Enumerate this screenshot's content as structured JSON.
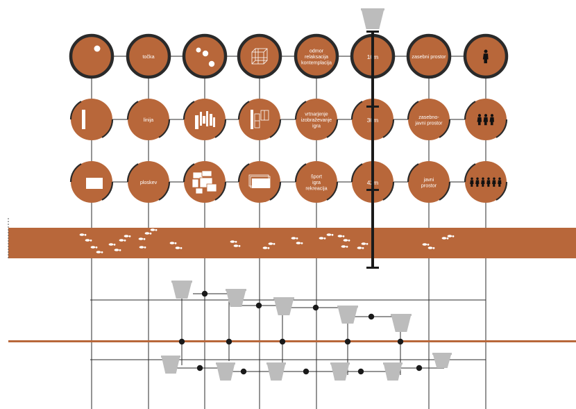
{
  "rows": [
    {
      "id": "row-1",
      "cells": [
        {
          "type": "icon",
          "icon": "dot-icon"
        },
        {
          "type": "text",
          "lines": [
            "točka"
          ]
        },
        {
          "type": "icon",
          "icon": "dots-icon"
        },
        {
          "type": "icon",
          "icon": "cube-icon"
        },
        {
          "type": "text",
          "lines": [
            "odmor",
            "relaksacija",
            "kontemplacija"
          ]
        },
        {
          "type": "distance",
          "text": "10m"
        },
        {
          "type": "text",
          "lines": [
            "zasebni  prostor"
          ]
        },
        {
          "type": "icon",
          "icon": "person-icon",
          "count": 1
        }
      ]
    },
    {
      "id": "row-2",
      "cells": [
        {
          "type": "icon",
          "icon": "line-icon"
        },
        {
          "type": "text",
          "lines": [
            "linija"
          ]
        },
        {
          "type": "icon",
          "icon": "lines-icon"
        },
        {
          "type": "icon",
          "icon": "grid-lines-icon"
        },
        {
          "type": "text",
          "lines": [
            "vrtnarjenje",
            "izobraževanje",
            "igra"
          ]
        },
        {
          "type": "distance",
          "text": "30m"
        },
        {
          "type": "text",
          "lines": [
            "zasebno-",
            "javni prostor"
          ]
        },
        {
          "type": "icon",
          "icon": "person-icon",
          "count": 3
        }
      ]
    },
    {
      "id": "row-3",
      "cells": [
        {
          "type": "icon",
          "icon": "plane-icon"
        },
        {
          "type": "text",
          "lines": [
            "ploskev"
          ]
        },
        {
          "type": "icon",
          "icon": "planes-icon"
        },
        {
          "type": "icon",
          "icon": "layered-planes-icon"
        },
        {
          "type": "text",
          "lines": [
            "šport",
            "igra",
            "rekreacija"
          ]
        },
        {
          "type": "distance",
          "text": "42m"
        },
        {
          "type": "text",
          "lines": [
            "javni",
            "prostor"
          ]
        },
        {
          "type": "icon",
          "icon": "person-icon",
          "count": 6
        }
      ]
    }
  ],
  "colors": {
    "node_fill": "#b8673a",
    "node_stroke": "#2a2a2a",
    "connector": "#2a2a2a",
    "band": "#b8673a",
    "planter": "#bcbcbc",
    "junction": "#1a1a1a",
    "footprint": "#ffffff"
  }
}
